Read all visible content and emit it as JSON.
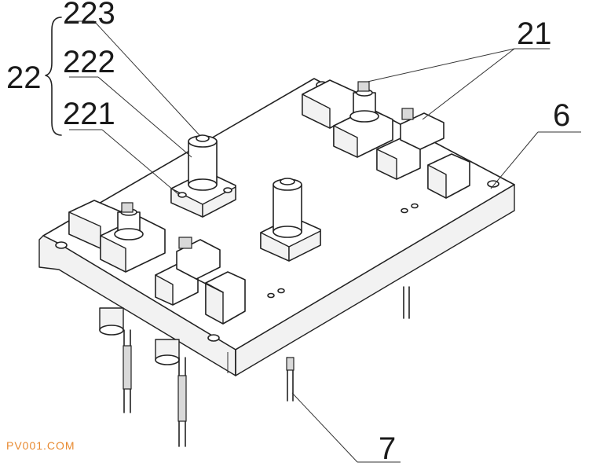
{
  "labels": {
    "group": "22",
    "sub_top": "223",
    "sub_mid": "222",
    "sub_bot": "221",
    "clamp": "21",
    "plate": "6",
    "pin": "7"
  },
  "watermark": "PV001.COM",
  "colors": {
    "line": "#222222",
    "watermark": "#e8892f",
    "background": "#ffffff"
  }
}
